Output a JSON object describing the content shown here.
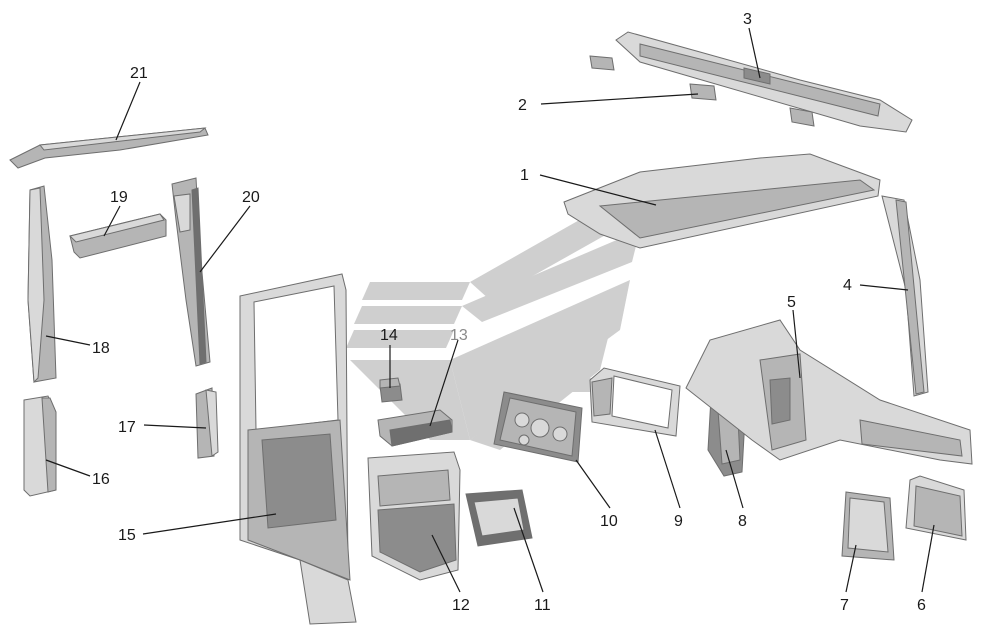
{
  "diagram": {
    "callouts": [
      {
        "id": "1",
        "label": "1"
      },
      {
        "id": "2",
        "label": "2"
      },
      {
        "id": "3",
        "label": "3"
      },
      {
        "id": "4",
        "label": "4"
      },
      {
        "id": "5",
        "label": "5"
      },
      {
        "id": "6",
        "label": "6"
      },
      {
        "id": "7",
        "label": "7"
      },
      {
        "id": "8",
        "label": "8"
      },
      {
        "id": "9",
        "label": "9"
      },
      {
        "id": "10",
        "label": "10"
      },
      {
        "id": "11",
        "label": "11"
      },
      {
        "id": "12",
        "label": "12"
      },
      {
        "id": "13",
        "label": "13"
      },
      {
        "id": "14",
        "label": "14"
      },
      {
        "id": "15",
        "label": "15"
      },
      {
        "id": "16",
        "label": "16"
      },
      {
        "id": "17",
        "label": "17"
      },
      {
        "id": "18",
        "label": "18"
      },
      {
        "id": "19",
        "label": "19"
      },
      {
        "id": "20",
        "label": "20"
      },
      {
        "id": "21",
        "label": "21"
      }
    ],
    "colors": {
      "part_light": "#d9d9d9",
      "part_mid": "#b5b5b5",
      "part_dark": "#8c8c8c",
      "watermark": "#cfcfcf",
      "leader": "#1a1a1a"
    }
  }
}
